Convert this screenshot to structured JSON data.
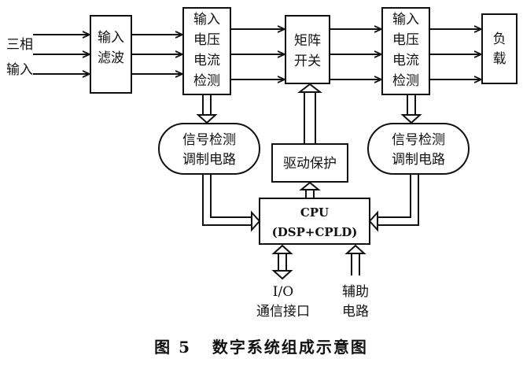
{
  "inputs": {
    "label_line1": "三相",
    "label_line2": "输入"
  },
  "blocks": {
    "input_filter": [
      "输入",
      "滤波"
    ],
    "in_sense": [
      "输入",
      "电压",
      "电流",
      "检测"
    ],
    "matrix_switch": [
      "矩阵",
      "开关"
    ],
    "out_sense": [
      "输入",
      "电压",
      "电流",
      "检测"
    ],
    "load": [
      "负",
      "载"
    ],
    "sig_left": [
      "信号检测",
      "调制电路"
    ],
    "sig_right": [
      "信号检测",
      "调制电路"
    ],
    "drive": "驱动保护",
    "cpu": [
      "CPU",
      "(DSP+CPLD)"
    ],
    "io": [
      "I/O",
      "通信接口"
    ],
    "aux": [
      "辅助",
      "电路"
    ]
  },
  "caption": "图 5   数字系统组成示意图"
}
